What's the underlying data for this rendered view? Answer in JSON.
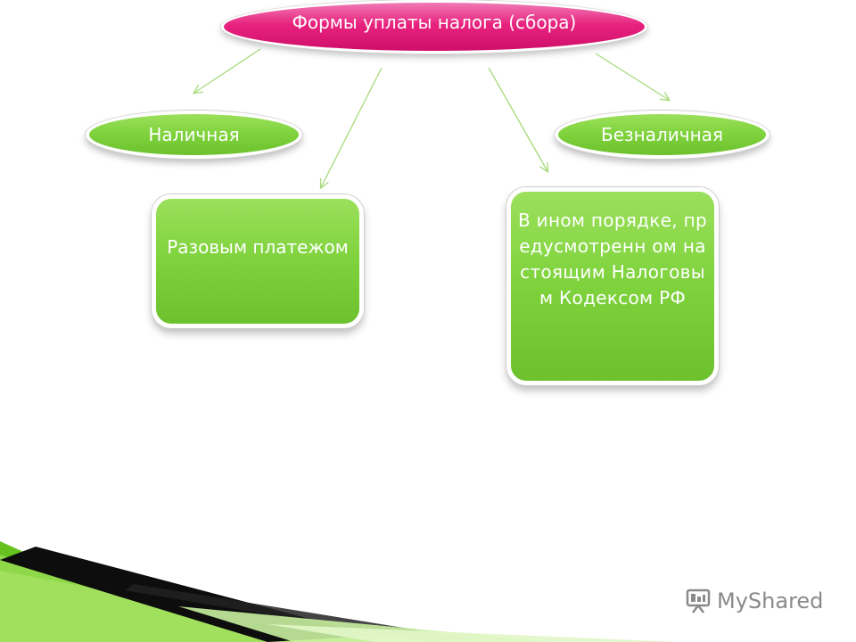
{
  "diagram": {
    "title": "Формы уплаты налога (сбора)",
    "nodes": {
      "cash": "Наличная",
      "noncash": "Безналичная",
      "single_payment": "Разовым платежом",
      "other_order": "В ином порядке, предусмотренн ом настоящим Налоговым Кодексом РФ"
    },
    "edges": [
      {
        "from": "title",
        "to": "cash"
      },
      {
        "from": "title",
        "to": "single_payment"
      },
      {
        "from": "title",
        "to": "other_order"
      },
      {
        "from": "title",
        "to": "noncash"
      }
    ]
  },
  "watermark": "MyShared",
  "colors": {
    "title_fill": "#e8237f",
    "node_fill": "#7ed23c",
    "arrow": "#a6da7a",
    "ribbon_light": "#8fd84a",
    "ribbon_dark": "#111111"
  }
}
